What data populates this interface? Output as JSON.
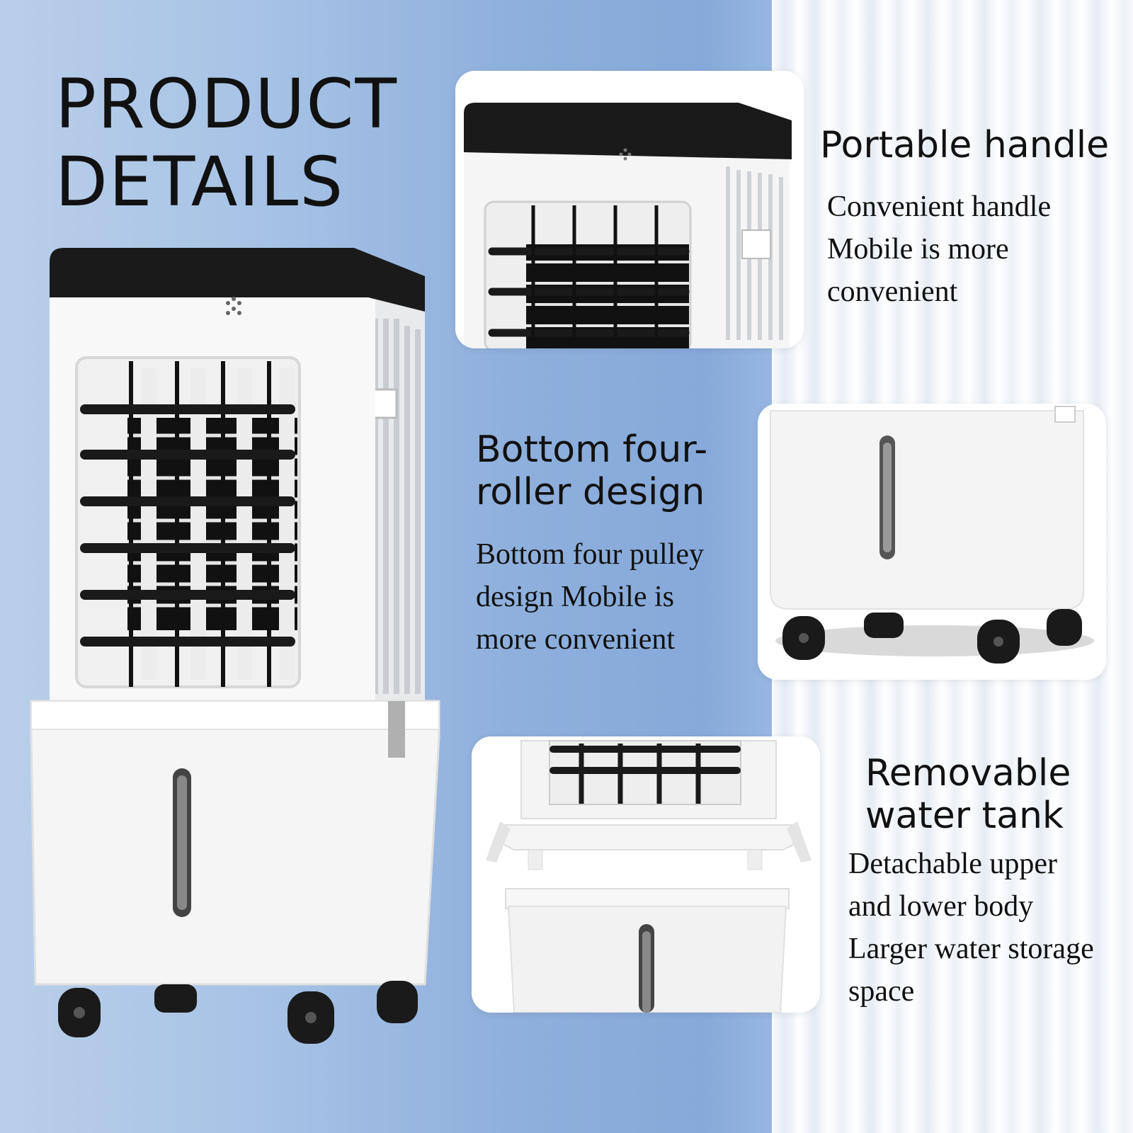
{
  "heading": {
    "line1": "PRODUCT",
    "line2": "DETAILS"
  },
  "features": [
    {
      "title": "Portable handle",
      "description_lines": [
        "Convenient handle",
        "Mobile is more",
        "convenient"
      ]
    },
    {
      "title_lines": [
        "Bottom four-",
        "roller design"
      ],
      "description_lines": [
        "Bottom four pulley",
        "design Mobile is",
        "more convenient"
      ]
    },
    {
      "title_lines": [
        "Removable",
        "water tank"
      ],
      "description_lines": [
        "Detachable upper",
        "and lower body",
        "Larger water storage",
        "space"
      ]
    }
  ],
  "colors": {
    "body": "#ffffff",
    "top_cap": "#1a1a1a",
    "grille": "#222222",
    "background_blue": "#8fb0dc",
    "text": "#111111"
  }
}
